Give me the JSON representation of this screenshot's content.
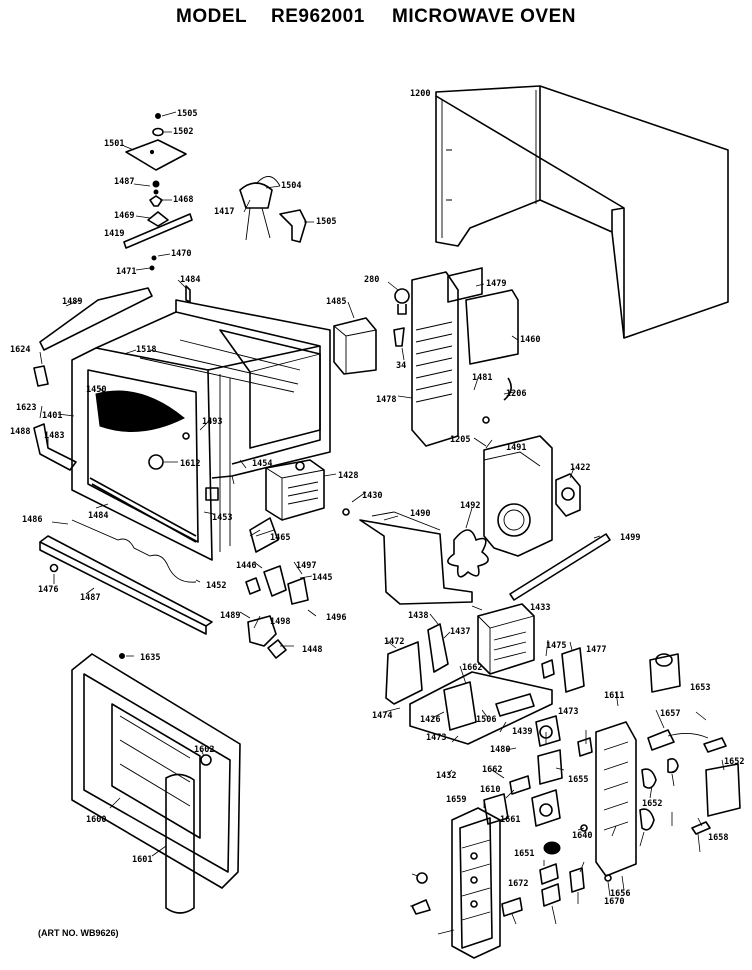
{
  "header": {
    "model_label": "MODEL",
    "model_number": "RE962001",
    "description": "MICROWAVE OVEN"
  },
  "art_number": "(ART NO. WB9626)",
  "part_labels": [
    "1200",
    "1505",
    "1502",
    "1501",
    "1487",
    "1468",
    "1504",
    "1417",
    "1505",
    "1469",
    "1419",
    "1470",
    "1471",
    "1484",
    "1489",
    "280",
    "1479",
    "1485",
    "1460",
    "1624",
    "1518",
    "34",
    "1481",
    "1206",
    "1450",
    "1478",
    "1623",
    "1401",
    "1493",
    "1205",
    "1491",
    "1488",
    "1483",
    "1612",
    "1454",
    "1428",
    "1422",
    "1484",
    "1453",
    "1430",
    "1490",
    "1492",
    "1499",
    "1486",
    "1465",
    "1446",
    "1497",
    "1445",
    "1452",
    "1476",
    "1487",
    "1489",
    "1496",
    "1498",
    "1448",
    "1433",
    "1438",
    "1437",
    "1472",
    "1475",
    "1477",
    "1635",
    "1662",
    "1474",
    "1426",
    "1506",
    "1473",
    "1439",
    "1480",
    "1432",
    "1662",
    "1610",
    "1661",
    "1659",
    "1600",
    "1601",
    "1473",
    "1653",
    "1611",
    "1640",
    "1657",
    "1652",
    "1656",
    "1652",
    "1655",
    "1651",
    "1672",
    "1670",
    "1658",
    "1602"
  ]
}
